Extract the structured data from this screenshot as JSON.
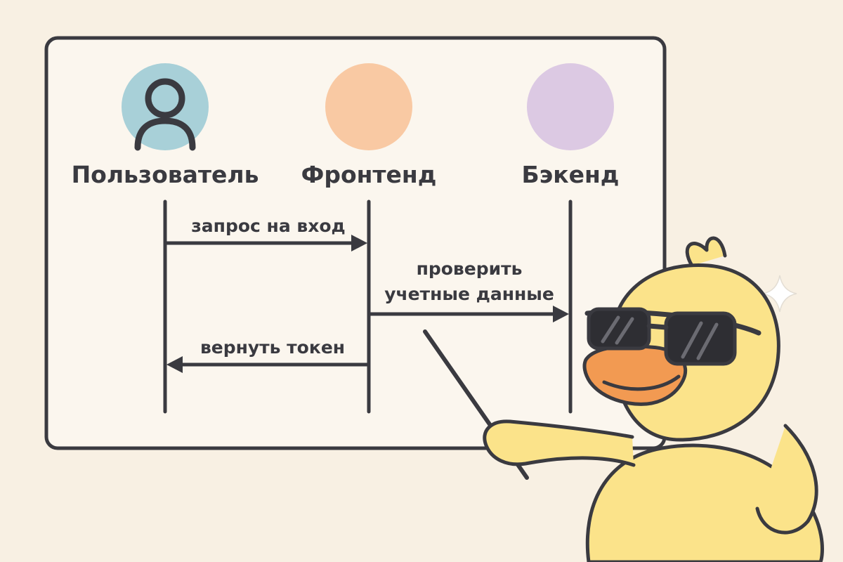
{
  "colors": {
    "background": "#f8f0e3",
    "board": "#fbf6ee",
    "ink": "#3a3a40",
    "user": "#a8d0d8",
    "frontend": "#f9c9a3",
    "backend": "#dcc9e3",
    "duck": "#fbe38a",
    "beak": "#f29a52"
  },
  "actors": [
    {
      "id": "user",
      "label": "Пользователь",
      "icon": "person-icon"
    },
    {
      "id": "frontend",
      "label": "Фронтенд"
    },
    {
      "id": "backend",
      "label": "Бэкенд"
    }
  ],
  "messages": [
    {
      "from": "user",
      "to": "frontend",
      "lines": [
        "запрос на вход"
      ]
    },
    {
      "from": "frontend",
      "to": "backend",
      "lines": [
        "проверить",
        "учетные данные"
      ]
    },
    {
      "from": "frontend",
      "to": "user",
      "lines": [
        "вернуть токен"
      ]
    }
  ],
  "mascot": {
    "icon": "duck-with-sunglasses-icon",
    "prop": "pointer-stick-icon",
    "sparkle": "sparkle-icon"
  }
}
